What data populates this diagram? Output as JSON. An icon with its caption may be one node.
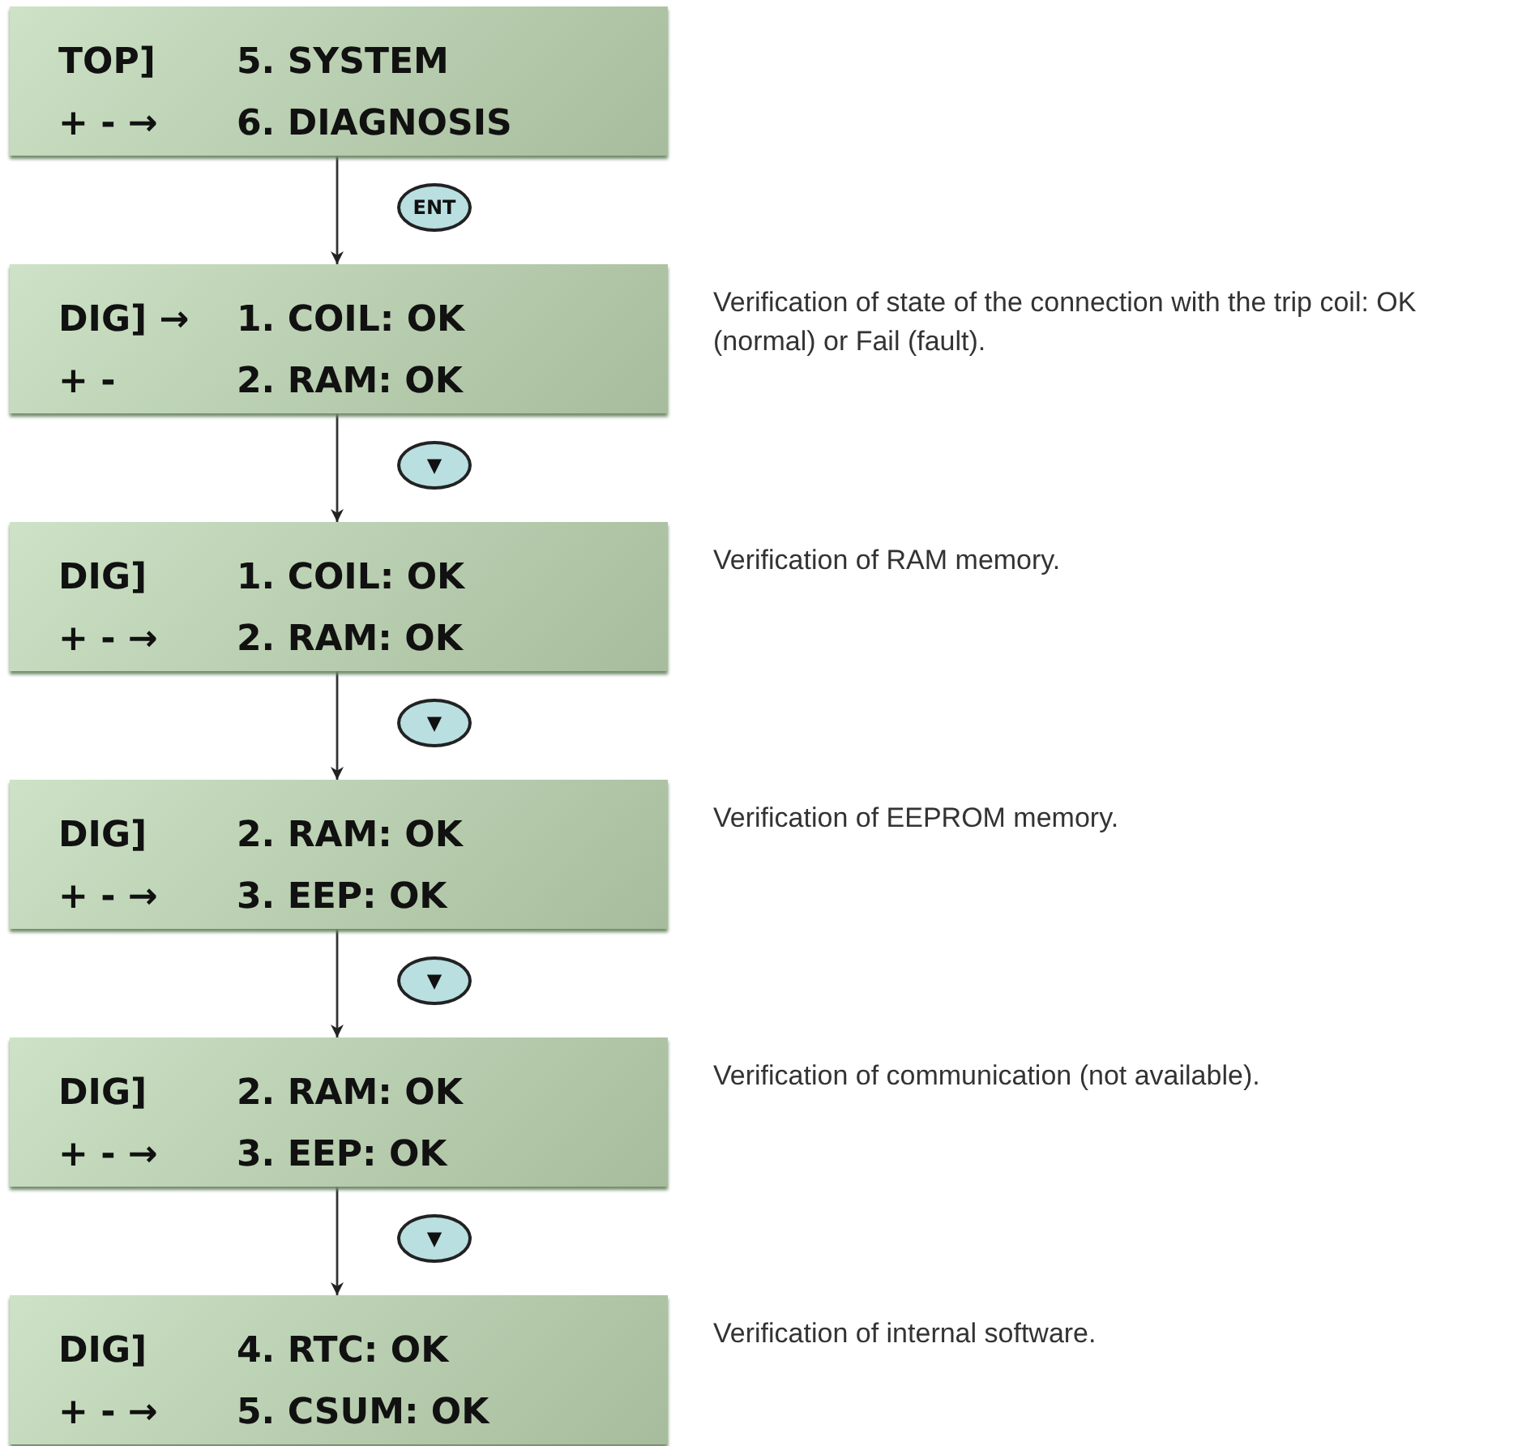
{
  "diagram": {
    "nodes": [
      {
        "text": [
          "TOP]",
          "5. SYSTEM",
          "+ - →",
          "6. DIAGNOSIS"
        ]
      },
      {
        "text": [
          "DIG] →",
          "1. COIL: OK",
          "+ -",
          "2. RAM: OK"
        ],
        "beside": [
          "Verification of state of the connection with the trip coil: OK (normal) or Fail (fault)."
        ]
      },
      {
        "text": [
          "DIG]",
          "1. COIL: OK",
          "+ - →",
          "2. RAM: OK"
        ],
        "beside": [
          "Verification of RAM memory."
        ]
      },
      {
        "text": [
          "DIG]",
          "2. RAM: OK",
          "+ - →",
          "3. EEP: OK"
        ],
        "beside": [
          "Verification of EEPROM memory."
        ]
      },
      {
        "text": [
          "DIG]",
          "2. RAM: OK",
          "+ - →",
          "3. EEP: OK"
        ],
        "beside": [
          "Verification of communication (not available)."
        ]
      },
      {
        "text": [
          "DIG]",
          "4. RTC: OK",
          "+ - →",
          "5. CSUM: OK"
        ],
        "beside": [
          "Verification of internal software."
        ]
      }
    ],
    "edges": [
      {
        "from": 0,
        "to": 1,
        "arrow": "to",
        "label": "ENT"
      },
      {
        "from": 1,
        "to": 2,
        "arrow": "to",
        "label": "▼"
      },
      {
        "from": 2,
        "to": 3,
        "arrow": "to",
        "label": "▼"
      },
      {
        "from": 3,
        "to": 4,
        "arrow": "to",
        "label": "▼"
      },
      {
        "from": 4,
        "to": 5,
        "arrow": "to",
        "label": "▼"
      }
    ]
  }
}
